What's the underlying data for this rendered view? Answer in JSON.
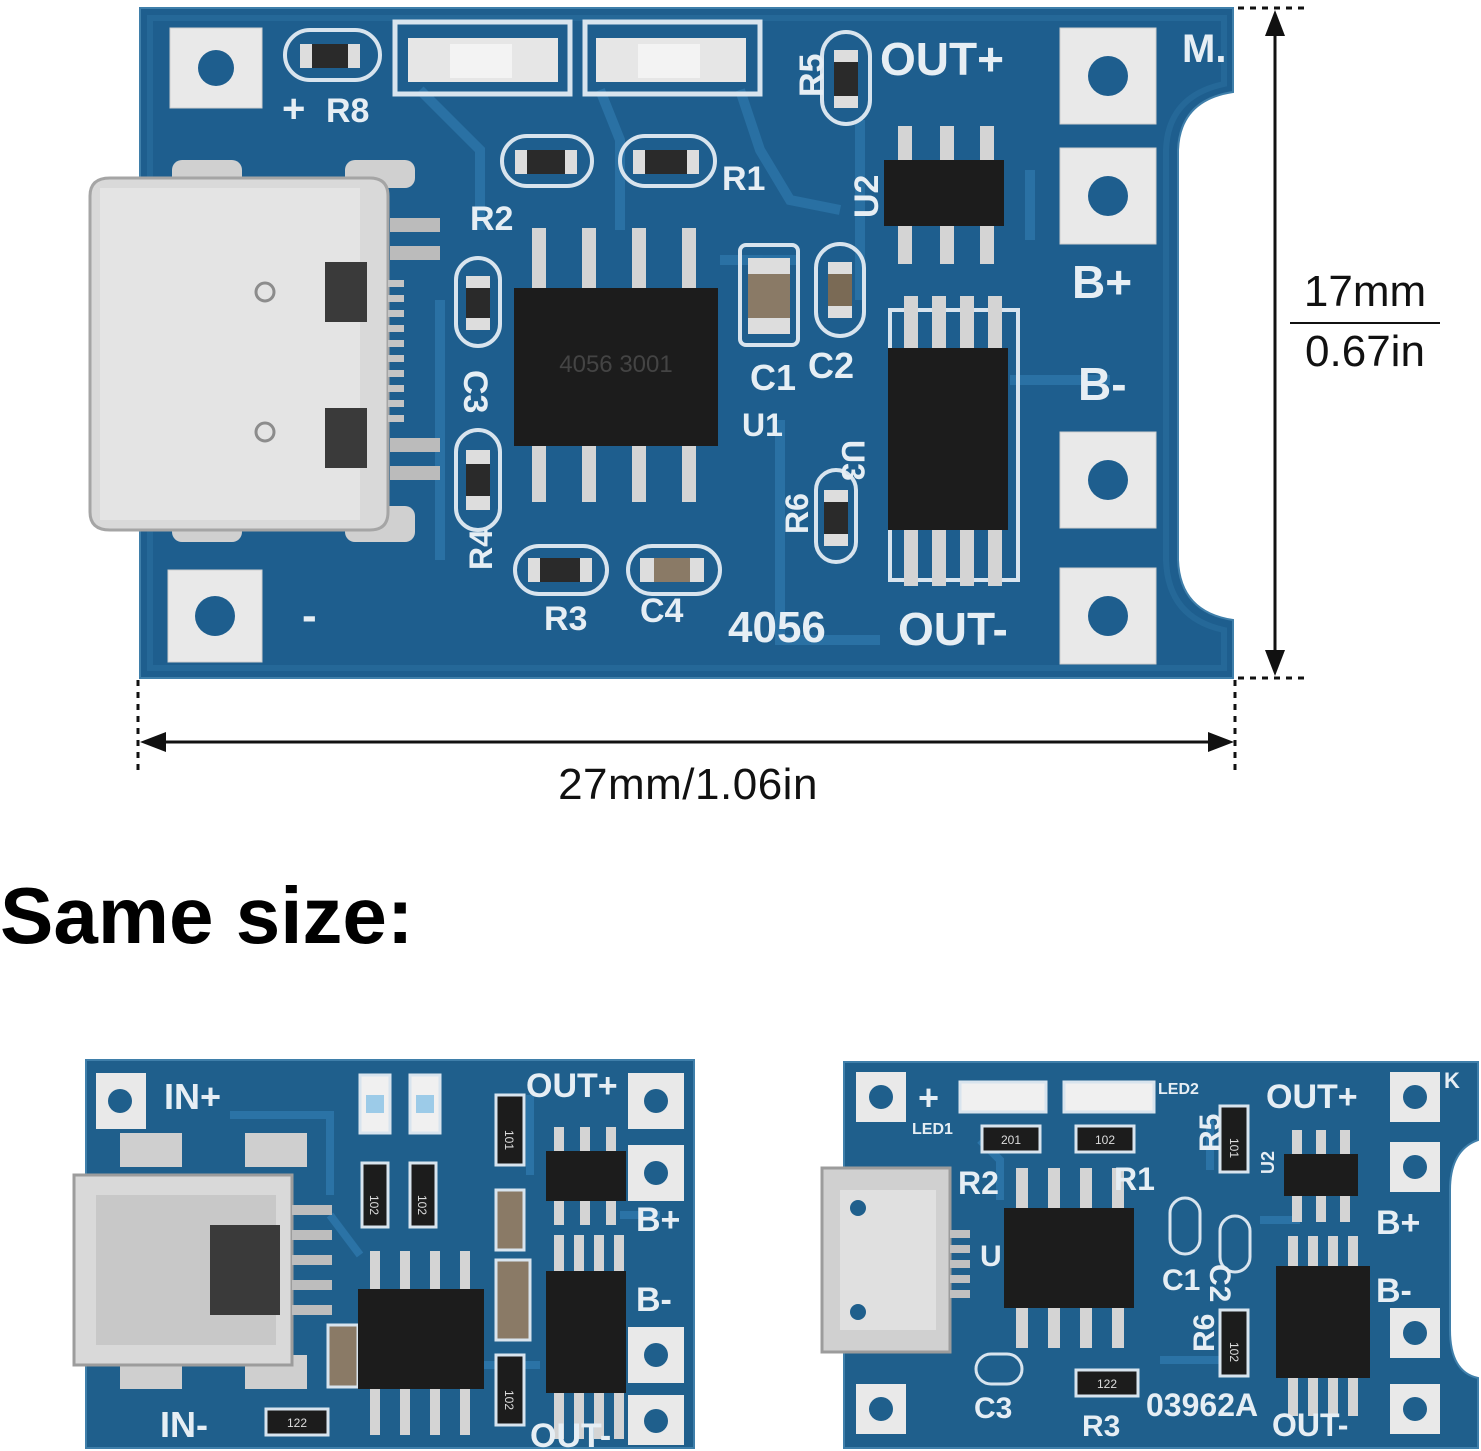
{
  "dimensions": {
    "width_label": "27mm/1.06in",
    "height_top": "17mm",
    "height_bottom": "0.67in"
  },
  "heading": "Same size:",
  "board_typec": {
    "silkscreen": {
      "plus": "+",
      "r8": "R8",
      "m": "M.",
      "r5": "R5",
      "out_plus": "OUT+",
      "r2": "R2",
      "r1": "R1",
      "u2": "U2",
      "b_plus": "B+",
      "c3": "C3",
      "c1": "C1",
      "c2": "C2",
      "u1": "U1",
      "b_minus": "B-",
      "u3": "U3",
      "r6": "R6",
      "r4": "R4",
      "r3": "R3",
      "c4": "C4",
      "minus": "-",
      "model": "4056",
      "out_minus": "OUT-",
      "chip_u1": "4056 3001"
    }
  },
  "board_mini_usb": {
    "silkscreen": {
      "in_plus": "IN+",
      "in_minus": "IN-",
      "out_plus": "OUT+",
      "b_plus": "B+",
      "b_minus": "B-",
      "out_minus": "OUT-"
    },
    "resistor_codes": [
      "101",
      "102",
      "102",
      "102",
      "122"
    ]
  },
  "board_micro_usb": {
    "silkscreen": {
      "plus": "+",
      "led1": "LED1",
      "led2": "LED2",
      "out_plus": "OUT+",
      "k": "K",
      "r2": "R2",
      "r1": "R1",
      "r5": "R5",
      "u2": "U2",
      "u": "U",
      "b_plus": "B+",
      "c1": "C1",
      "c2": "C2",
      "b_minus": "B-",
      "r6": "R6",
      "c3": "C3",
      "r3": "R3",
      "model": "03962A",
      "out_minus": "OUT-"
    },
    "resistor_codes": [
      "201",
      "102",
      "101",
      "102",
      "122"
    ]
  }
}
